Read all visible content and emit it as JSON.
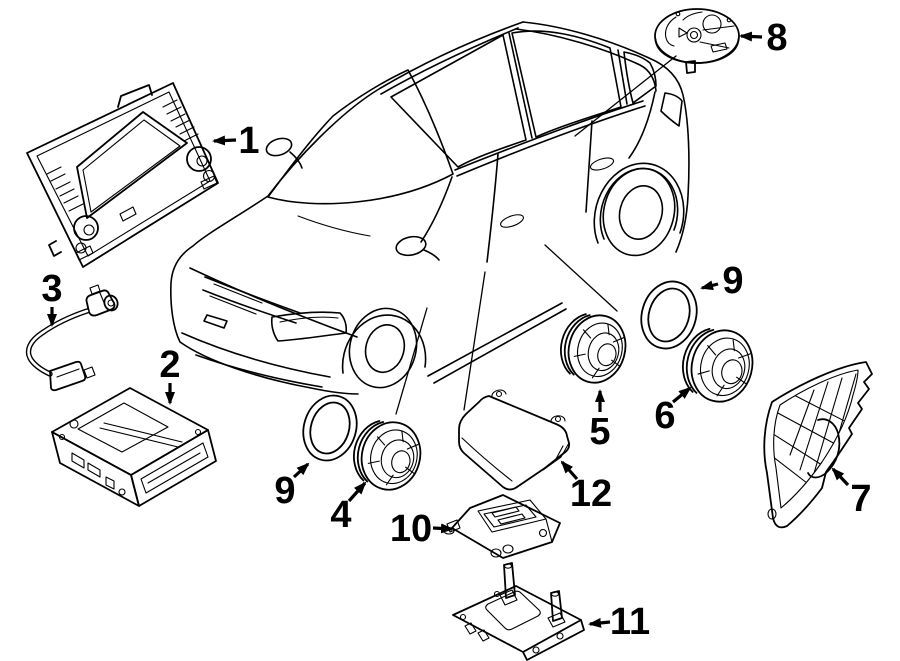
{
  "figure": {
    "type": "exploded-parts-diagram",
    "background_color": "#ffffff",
    "line_color": "#000000",
    "subject": "vehicle audio system components around hatchback car outline"
  },
  "callouts": [
    {
      "label": "1",
      "part": "radio-head-unit"
    },
    {
      "label": "2",
      "part": "amplifier-cd-changer-box"
    },
    {
      "label": "3",
      "part": "antenna-cable"
    },
    {
      "label": "4",
      "part": "front-door-speaker"
    },
    {
      "label": "5",
      "part": "rear-door-speaker"
    },
    {
      "label": "6",
      "part": "rear-speaker"
    },
    {
      "label": "7",
      "part": "quarter-panel-speaker-grille"
    },
    {
      "label": "8",
      "part": "roof-antenna-base"
    },
    {
      "label": "9",
      "part": "speaker-trim-ring-front"
    },
    {
      "label": "9",
      "part": "speaker-trim-ring-rear"
    },
    {
      "label": "10",
      "part": "control-module"
    },
    {
      "label": "11",
      "part": "module-mounting-bracket"
    },
    {
      "label": "12",
      "part": "amplifier-cover"
    }
  ]
}
